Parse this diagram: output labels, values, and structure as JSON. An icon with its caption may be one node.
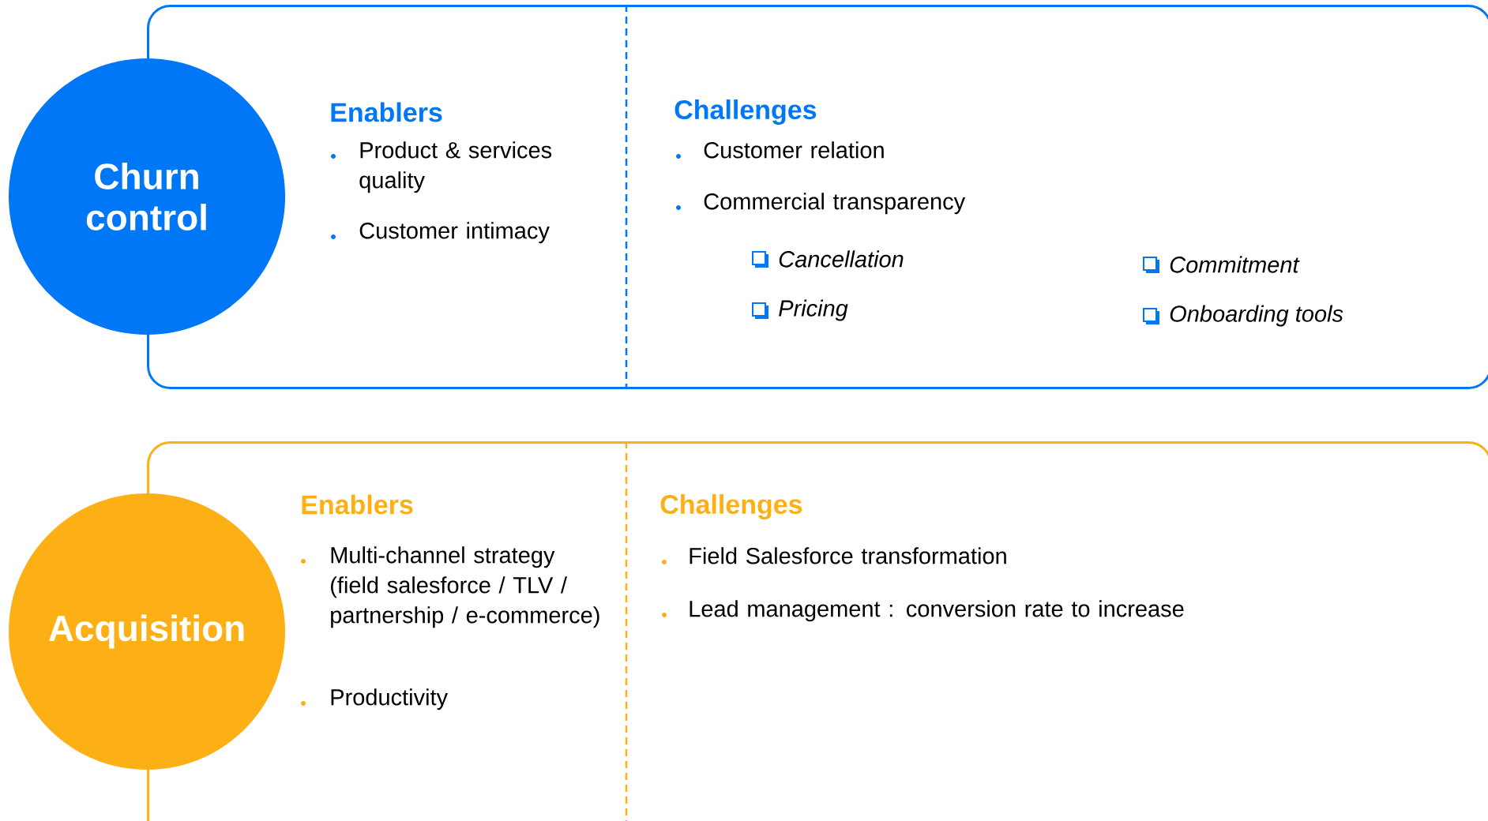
{
  "diagram": {
    "nodes": [
      {
        "text": [
          "Enablers",
          "Product & services quality",
          "Customer intimacy",
          "Challenges",
          "Customer relation",
          "Commercial transparency",
          "Cancellation",
          "Commitment",
          "Pricing",
          "Onboarding tools"
        ]
      },
      {
        "text": [
          "Churn control"
        ]
      },
      {
        "text": [
          "Enablers",
          "Multi-channel strategy (field salesforce / TLV / partnership / e-commerce)",
          "Productivity",
          "Challenges",
          "Field Salesforce transformation",
          "Lead management : conversion rate to increase"
        ]
      },
      {
        "text": [
          "Acquisition"
        ]
      }
    ]
  }
}
